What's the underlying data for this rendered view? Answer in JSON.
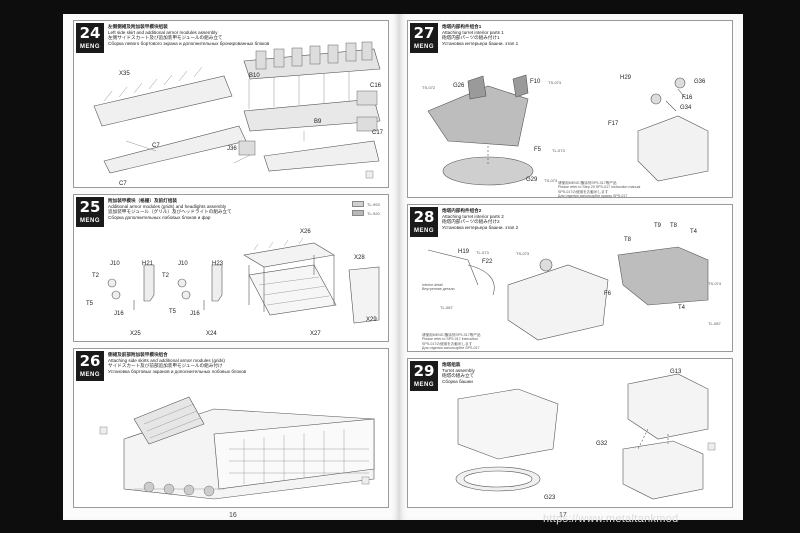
{
  "brand": "MENG",
  "watermark": "https://www.metaltankmod",
  "pages": {
    "left_number": "16",
    "right_number": "17"
  },
  "steps": {
    "s24": {
      "number": "24",
      "title_zh": "左侧侧裙及附加装甲模块组装",
      "title_en": "Left side skirt and additional armor modules assembly",
      "title_jp": "左側サイドスカート及び追加装甲モジュールの組み立て",
      "title_ru": "Сборка левого бортового экрана и дополнительных бронированных блоков",
      "labels": [
        "X35",
        "B10",
        "C16",
        "B9",
        "C17",
        "J36",
        "C7",
        "C7"
      ]
    },
    "s25": {
      "number": "25",
      "title_zh": "附加装甲模块（格栅）及前灯组装",
      "title_en": "Additional armor modules (grids) and headlights assembly",
      "title_jp": "追加装甲モジュール（グリル）及びヘッドライトの組み立て",
      "title_ru": "Сборка дополнительных лобовых блоков и фар",
      "labels": [
        "J10",
        "H21",
        "J10",
        "H23",
        "T2",
        "T2",
        "T5",
        "T5",
        "J16",
        "J16",
        "X25",
        "X24",
        "X26",
        "X28",
        "X27",
        "X29"
      ],
      "paint_codes": [
        "TL-993",
        "TL-920"
      ]
    },
    "s26": {
      "number": "26",
      "title_zh": "侧裙及前部附加装甲模块组合",
      "title_en": "Attaching side skirts and additional armor modules (grids)",
      "title_jp": "サイドスカート及び前部追加装甲モジュールの組み付け",
      "title_ru": "Установка бортовых экранов и дополнительных лобовых блоков"
    },
    "s27": {
      "number": "27",
      "title_zh": "炮塔内部构件组合1",
      "title_en": "Attaching turret interior parts 1",
      "title_jp": "砲塔内部パーツの組み付け1",
      "title_ru": "Установка интерьера башни. этап 1",
      "labels": [
        "G26",
        "F10",
        "F5",
        "G29",
        "H29",
        "G36",
        "F16",
        "G34",
        "F17"
      ],
      "codes": [
        "TS-072",
        "TS-074",
        "TL-073",
        "TS-073",
        "TS-074"
      ],
      "notes": [
        "请使用MENG 蘸涂剂SPS-017等产品",
        "Please refer to Step 29 SPS-017 instruction manual",
        "SPS-017の使用をお勧めします",
        "Для отделки используйте краску SPS-017"
      ]
    },
    "s28": {
      "number": "28",
      "title_zh": "炮塔内部构件组合2",
      "title_en": "Attaching turret interior parts 2",
      "title_jp": "砲塔内部パーツの組み付け2",
      "title_ru": "Установка интерьера башни. этап 2",
      "labels": [
        "H19",
        "F22",
        "T8",
        "T9",
        "T8",
        "T4",
        "F6",
        "T4"
      ],
      "codes": [
        "TL-073",
        "TS-073",
        "TL-087",
        "TS-074",
        "TL-087"
      ],
      "small_labels": [
        "Interior detail",
        "Внутренние детали"
      ],
      "notes": [
        "请使用MENG 蘸涂剂SPS-017等产品",
        "Please refer to SPS-017 instruction",
        "SPS-017の使用をお勧めします",
        "Для отделки используйте SPS-017"
      ]
    },
    "s29": {
      "number": "29",
      "title_zh": "炮塔组装",
      "title_en": "Turret assembly",
      "title_jp": "砲塔の組み立て",
      "title_ru": "Сборка башни",
      "labels": [
        "G13",
        "G32",
        "G23"
      ]
    }
  },
  "colors": {
    "paint_light": "#d0d0d0",
    "paint_mid": "#b8b8b8",
    "badge": "#1a1a1a"
  }
}
